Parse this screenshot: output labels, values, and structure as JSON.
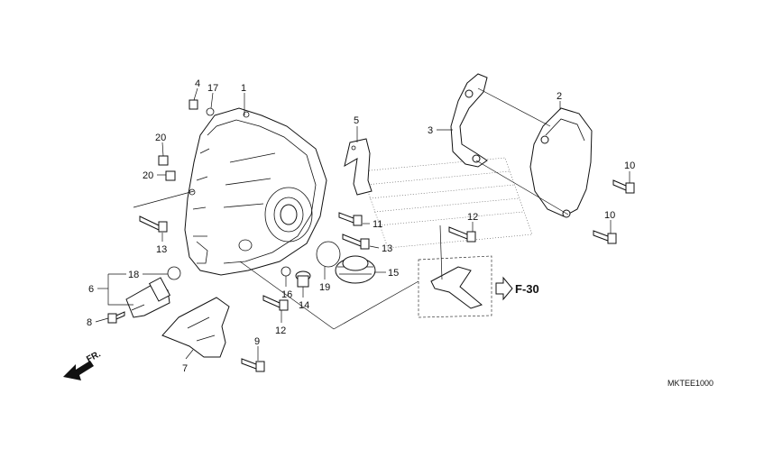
{
  "diagram": {
    "callouts": [
      {
        "id": "c1",
        "text": "1"
      },
      {
        "id": "c2",
        "text": "2"
      },
      {
        "id": "c3",
        "text": "3"
      },
      {
        "id": "c4",
        "text": "4"
      },
      {
        "id": "c5",
        "text": "5"
      },
      {
        "id": "c6",
        "text": "6"
      },
      {
        "id": "c7",
        "text": "7"
      },
      {
        "id": "c8",
        "text": "8"
      },
      {
        "id": "c9",
        "text": "9"
      },
      {
        "id": "c10a",
        "text": "10"
      },
      {
        "id": "c10b",
        "text": "10"
      },
      {
        "id": "c11",
        "text": "11"
      },
      {
        "id": "c12a",
        "text": "12"
      },
      {
        "id": "c12b",
        "text": "12"
      },
      {
        "id": "c13a",
        "text": "13"
      },
      {
        "id": "c13b",
        "text": "13"
      },
      {
        "id": "c14",
        "text": "14"
      },
      {
        "id": "c15",
        "text": "15"
      },
      {
        "id": "c16",
        "text": "16"
      },
      {
        "id": "c17",
        "text": "17"
      },
      {
        "id": "c18",
        "text": "18"
      },
      {
        "id": "c19",
        "text": "19"
      },
      {
        "id": "c20a",
        "text": "20"
      },
      {
        "id": "c20b",
        "text": "20"
      }
    ],
    "reference": "F-30",
    "front_label": "FR.",
    "drawing_code": "MKTEE1000"
  }
}
